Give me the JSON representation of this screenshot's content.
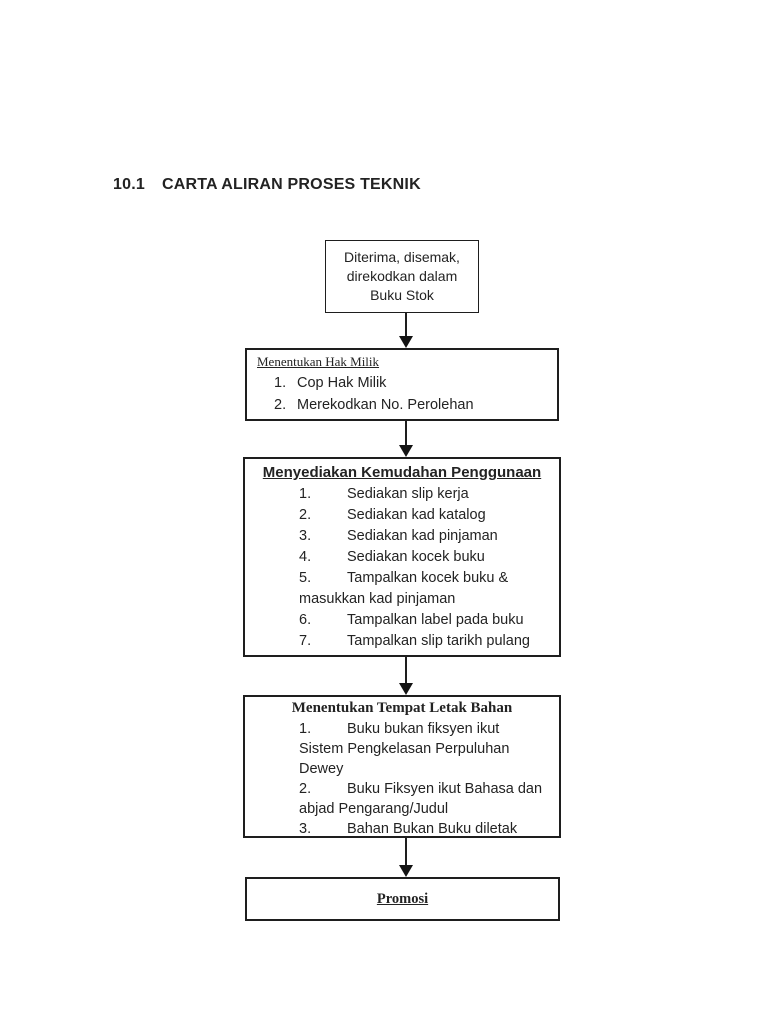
{
  "title": {
    "number": "10.1",
    "text": "CARTA ALIRAN PROSES TEKNIK"
  },
  "colors": {
    "page_bg": "#ffffff",
    "ink": "#1e1e1e"
  },
  "flowchart": {
    "box1": {
      "text": "Diterima, disemak,\ndirekodkan dalam\nBuku Stok"
    },
    "box2": {
      "heading": "Menentukan Hak Milik",
      "items": [
        {
          "num": "1.",
          "text": "Cop Hak Milik"
        },
        {
          "num": "2.",
          "text": "Merekodkan No. Perolehan"
        }
      ]
    },
    "box3": {
      "heading": "Menyediakan Kemudahan Penggunaan",
      "items": [
        {
          "num": "1.",
          "text": "Sediakan slip kerja"
        },
        {
          "num": "2.",
          "text": "Sediakan kad katalog"
        },
        {
          "num": "3.",
          "text": "Sediakan kad pinjaman"
        },
        {
          "num": "4.",
          "text": "Sediakan kocek buku"
        },
        {
          "num": "5.",
          "text": "Tampalkan kocek buku &\nmasukkan kad pinjaman"
        },
        {
          "num": "6.",
          "text": "Tampalkan label pada buku"
        },
        {
          "num": "7.",
          "text": "Tampalkan slip tarikh pulang"
        }
      ]
    },
    "box4": {
      "heading": "Menentukan Tempat Letak Bahan",
      "items": [
        {
          "num": "1.",
          "text": "Buku bukan fiksyen ikut\nSistem Pengkelasan Perpuluhan\nDewey"
        },
        {
          "num": "2.",
          "text": "Buku Fiksyen ikut Bahasa dan\nabjad Pengarang/Judul"
        },
        {
          "num": "3.",
          "text": "Bahan Bukan Buku diletak"
        }
      ]
    },
    "box5": {
      "heading": "Promosi"
    }
  }
}
